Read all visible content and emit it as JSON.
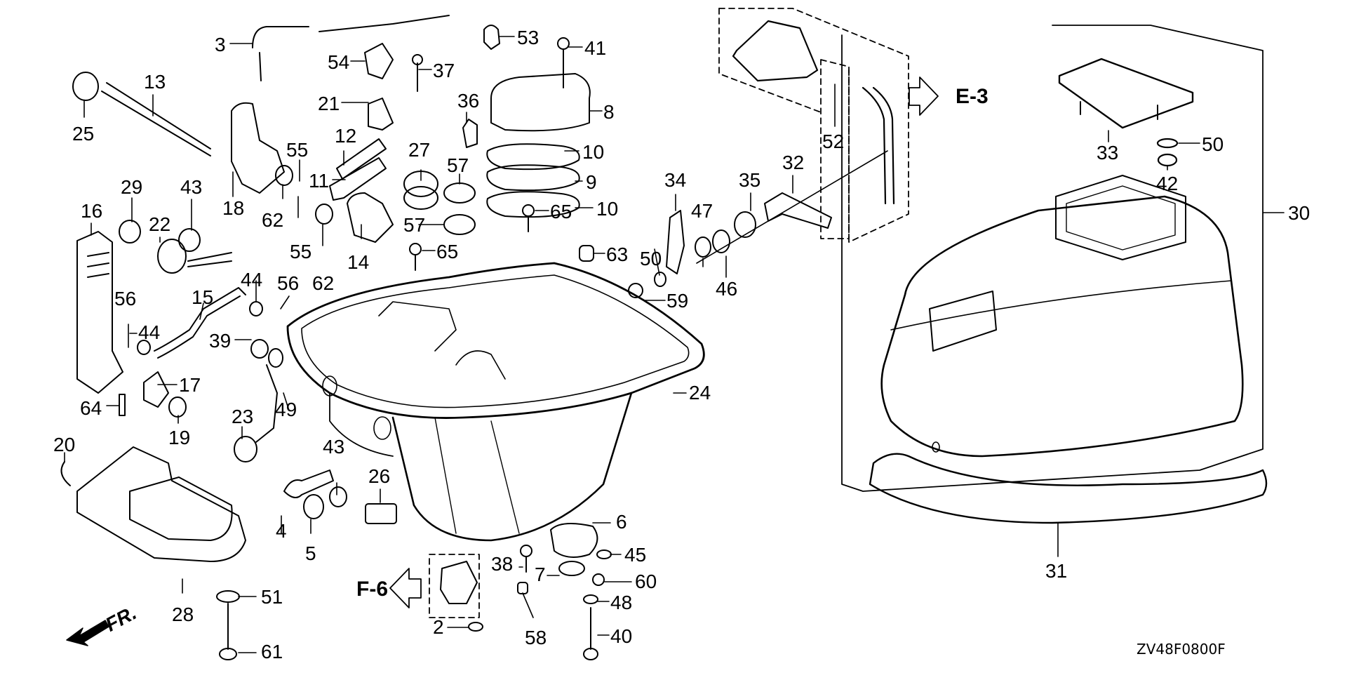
{
  "diagram": {
    "drawing_code": "ZV48F0800F",
    "front_indicator": "FR.",
    "references": [
      {
        "id": "E-3",
        "direction": "right"
      },
      {
        "id": "F-6",
        "direction": "left"
      }
    ],
    "callouts": [
      {
        "n": "3"
      },
      {
        "n": "13"
      },
      {
        "n": "25"
      },
      {
        "n": "18"
      },
      {
        "n": "54"
      },
      {
        "n": "37"
      },
      {
        "n": "53"
      },
      {
        "n": "41"
      },
      {
        "n": "21"
      },
      {
        "n": "12"
      },
      {
        "n": "11"
      },
      {
        "n": "55a",
        "text": "55"
      },
      {
        "n": "55b",
        "text": "55"
      },
      {
        "n": "62a",
        "text": "62"
      },
      {
        "n": "62b",
        "text": "62"
      },
      {
        "n": "36"
      },
      {
        "n": "8"
      },
      {
        "n": "27"
      },
      {
        "n": "57a",
        "text": "57"
      },
      {
        "n": "57b",
        "text": "57"
      },
      {
        "n": "10a",
        "text": "10"
      },
      {
        "n": "9"
      },
      {
        "n": "10b",
        "text": "10"
      },
      {
        "n": "14"
      },
      {
        "n": "65a",
        "text": "65"
      },
      {
        "n": "65b",
        "text": "65"
      },
      {
        "n": "63"
      },
      {
        "n": "29"
      },
      {
        "n": "43a",
        "text": "43"
      },
      {
        "n": "16"
      },
      {
        "n": "22"
      },
      {
        "n": "44a",
        "text": "44"
      },
      {
        "n": "56a",
        "text": "56"
      },
      {
        "n": "15"
      },
      {
        "n": "56b",
        "text": "56"
      },
      {
        "n": "44b",
        "text": "44"
      },
      {
        "n": "39"
      },
      {
        "n": "17"
      },
      {
        "n": "64"
      },
      {
        "n": "19"
      },
      {
        "n": "23"
      },
      {
        "n": "49"
      },
      {
        "n": "20"
      },
      {
        "n": "43b",
        "text": "43"
      },
      {
        "n": "4"
      },
      {
        "n": "5"
      },
      {
        "n": "26"
      },
      {
        "n": "28"
      },
      {
        "n": "51"
      },
      {
        "n": "61"
      },
      {
        "n": "38"
      },
      {
        "n": "7"
      },
      {
        "n": "2"
      },
      {
        "n": "58"
      },
      {
        "n": "6"
      },
      {
        "n": "45"
      },
      {
        "n": "60"
      },
      {
        "n": "48"
      },
      {
        "n": "40"
      },
      {
        "n": "24"
      },
      {
        "n": "34"
      },
      {
        "n": "50a",
        "text": "50"
      },
      {
        "n": "47"
      },
      {
        "n": "35"
      },
      {
        "n": "32"
      },
      {
        "n": "46"
      },
      {
        "n": "59"
      },
      {
        "n": "52"
      },
      {
        "n": "33"
      },
      {
        "n": "50b",
        "text": "50"
      },
      {
        "n": "42"
      },
      {
        "n": "30"
      },
      {
        "n": "31"
      }
    ]
  }
}
